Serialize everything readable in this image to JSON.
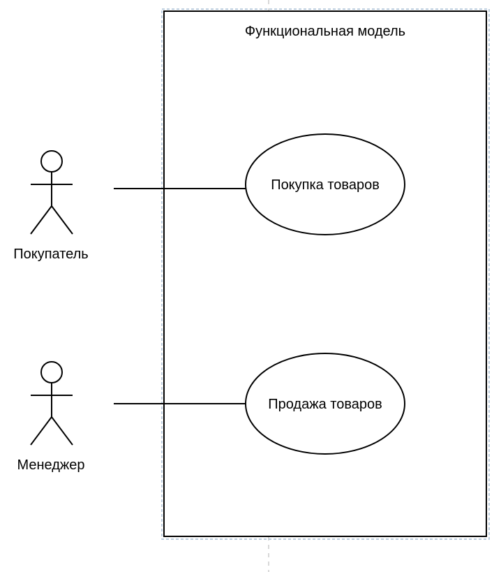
{
  "system": {
    "title": "Функциональная модель"
  },
  "actors": [
    {
      "label": "Покупатель"
    },
    {
      "label": "Менеджер"
    }
  ],
  "use_cases": [
    {
      "label": "Покупка товаров"
    },
    {
      "label": "Продажа товаров"
    }
  ],
  "colors": {
    "stroke": "#000000",
    "selection_guide": "#a9bfd6",
    "background": "#ffffff"
  }
}
